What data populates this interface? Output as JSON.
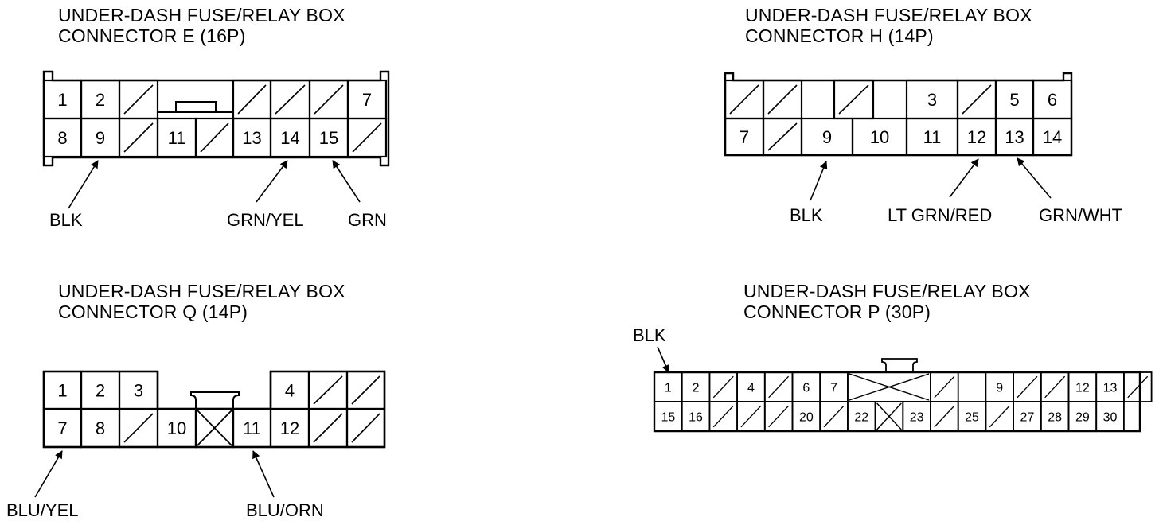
{
  "connectors": {
    "e": {
      "title_line1": "UNDER-DASH FUSE/RELAY BOX",
      "title_line2": "CONNECTOR E (16P)",
      "top_row": [
        "1",
        "2",
        "",
        "",
        "",
        "",
        "7"
      ],
      "bottom_row": [
        "8",
        "9",
        "",
        "11",
        "",
        "13",
        "14",
        "15",
        ""
      ],
      "wires": [
        {
          "terminal": "9",
          "color": "BLK"
        },
        {
          "terminal": "14",
          "color": "GRN/YEL"
        },
        {
          "terminal": "15",
          "color": "GRN"
        }
      ]
    },
    "h": {
      "title_line1": "UNDER-DASH FUSE/RELAY BOX",
      "title_line2": "CONNECTOR H (14P)",
      "top_row": [
        "",
        "",
        "",
        "3",
        "",
        "5",
        "6"
      ],
      "bottom_row": [
        "7",
        "",
        "9",
        "10",
        "11",
        "12",
        "13",
        "14"
      ],
      "wires": [
        {
          "terminal": "9",
          "color": "BLK"
        },
        {
          "terminal": "12",
          "color": "LT GRN/RED"
        },
        {
          "terminal": "13",
          "color": "GRN/WHT"
        }
      ]
    },
    "q": {
      "title_line1": "UNDER-DASH FUSE/RELAY BOX",
      "title_line2": "CONNECTOR Q (14P)",
      "top_row": [
        "1",
        "2",
        "3",
        "4",
        "",
        ""
      ],
      "bottom_row": [
        "7",
        "8",
        "",
        "10",
        "",
        "11",
        "12",
        "",
        ""
      ],
      "wires": [
        {
          "terminal": "7",
          "color": "BLU/YEL"
        },
        {
          "terminal": "11",
          "color": "BLU/ORN"
        }
      ]
    },
    "p": {
      "title_line1": "UNDER-DASH FUSE/RELAY BOX",
      "title_line2": "CONNECTOR P (30P)",
      "top_row": [
        "1",
        "2",
        "",
        "4",
        "",
        "6",
        "7",
        "",
        "",
        "9",
        "",
        "",
        "12",
        "13",
        ""
      ],
      "bottom_row": [
        "15",
        "16",
        "",
        "",
        "",
        "20",
        "",
        "22",
        "",
        "23",
        "",
        "25",
        "",
        "27",
        "28",
        "29",
        "30"
      ],
      "wires": [
        {
          "terminal": "1",
          "color": "BLK"
        }
      ]
    }
  }
}
